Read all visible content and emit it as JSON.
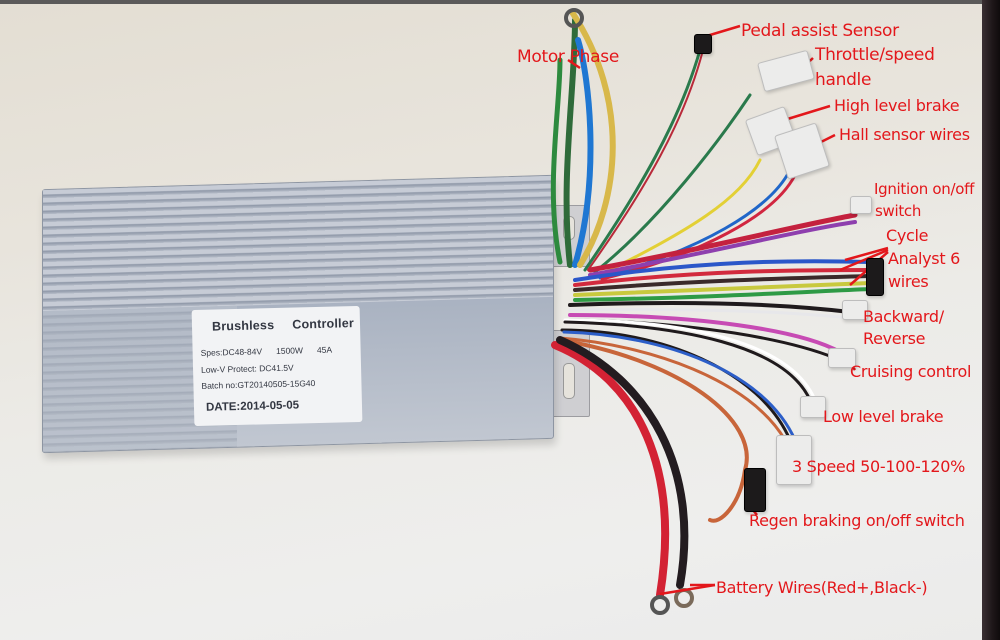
{
  "product": {
    "name": "Brushless Controller",
    "label": {
      "title": "Brushless",
      "title2": "Controller",
      "spec_prefix": "Spes:DC48-84V",
      "spec_power": "1500W",
      "spec_current": "45A",
      "low_voltage": "Low-V  Protect: DC41.5V",
      "batch": "Batch  no:GT20140505-15G40",
      "date": "DATE:2014-05-05"
    }
  },
  "annotations": {
    "motor_phase": "Motor Phase",
    "pedal_assist": "Pedal assist Sensor",
    "throttle_line1": "Throttle/speed",
    "throttle_line2": "handle",
    "high_brake": "High level brake",
    "hall_sensor": "Hall sensor wires",
    "ignition_line1": "Ignition on/off",
    "ignition_line2": "switch",
    "cycle_line1": "Cycle",
    "cycle_line2": "Analyst 6",
    "cycle_line3": "wires",
    "reverse_line1": "Backward/",
    "reverse_line2": "Reverse",
    "cruise": "Cruising control",
    "low_brake": "Low level brake",
    "three_speed": "3 Speed 50-100-120%",
    "regen": "Regen braking on/off switch",
    "battery": "Battery Wires(Red+,Black-)"
  },
  "colors": {
    "annotation": "#e3171b",
    "background": "#e8e5de",
    "housing": "#aeb6c4",
    "sticker": "#f2f3f5"
  }
}
